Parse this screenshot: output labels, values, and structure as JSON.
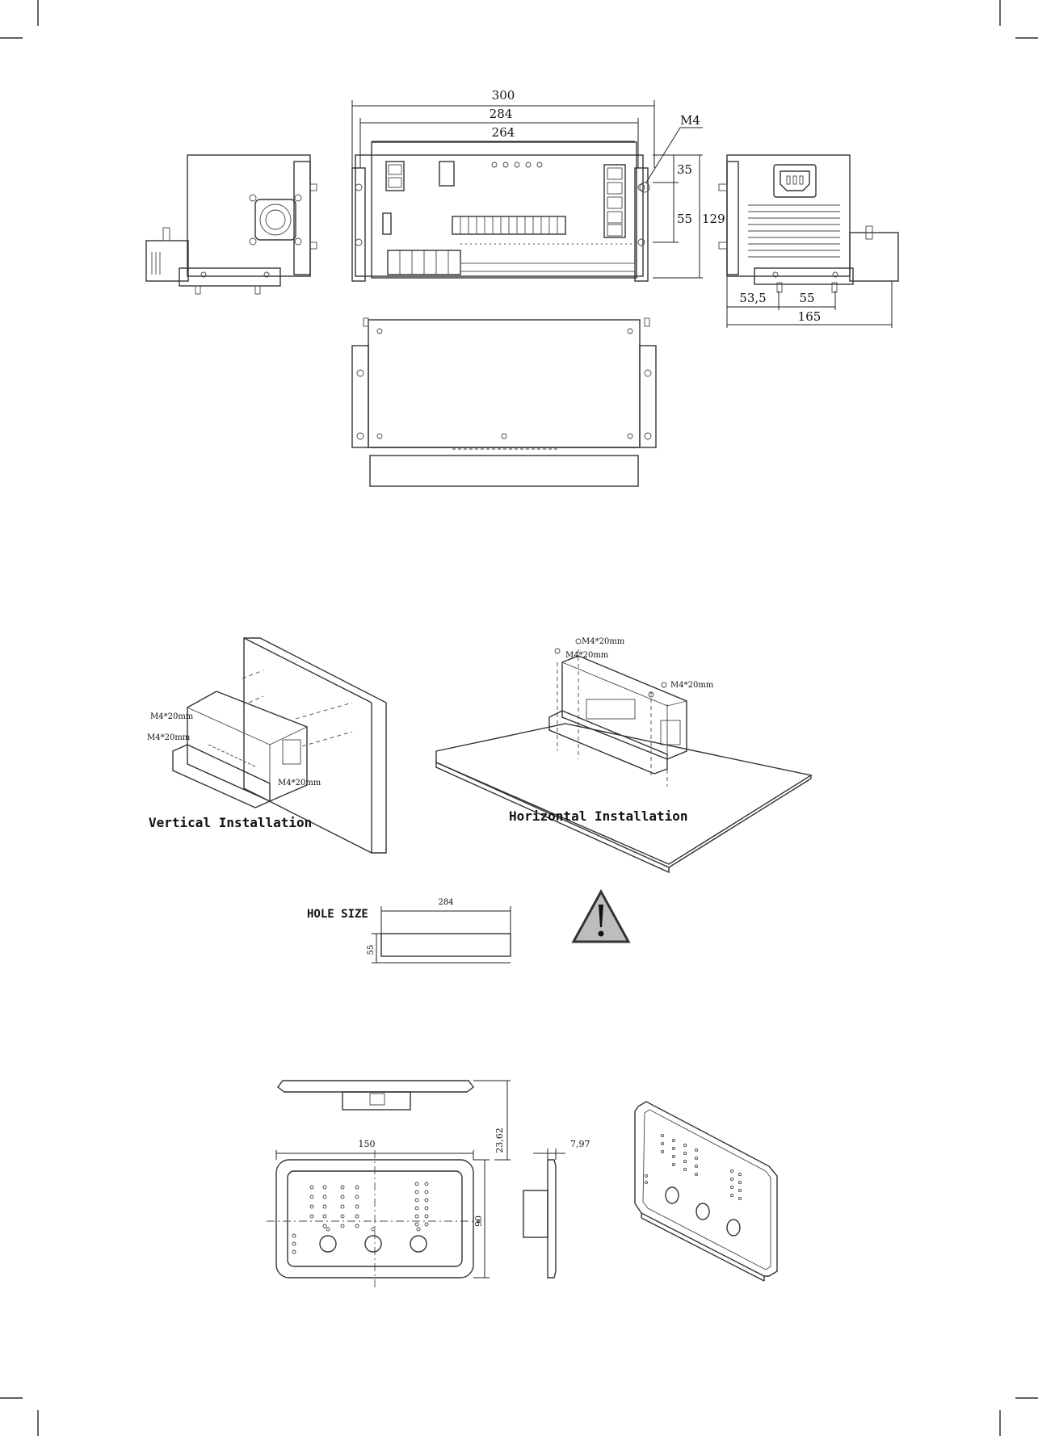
{
  "top_drawing": {
    "dim_overall_width": "300",
    "dim_bracket_width": "284",
    "dim_body_width": "264",
    "dim_thread": "M4",
    "dim_upper_hole": "35",
    "dim_hole_pitch": "55",
    "dim_height": "129",
    "dim_depth_offset": "53,5",
    "dim_depth_pitch": "55",
    "dim_depth": "165"
  },
  "installation": {
    "screw_label": "M4*20mm",
    "vertical_caption": "Vertical Installation",
    "horizontal_caption": "Horizontal Installation",
    "hole_size_label": "HOLE SIZE",
    "hole_width": "284",
    "hole_height": "55",
    "warning_icon": "warning-triangle-icon"
  },
  "panel_drawing": {
    "dim_width": "150",
    "dim_height": "90",
    "dim_depth": "23,62",
    "dim_plate": "7,97"
  },
  "colors": {
    "line": "#333333",
    "background": "#ffffff"
  }
}
